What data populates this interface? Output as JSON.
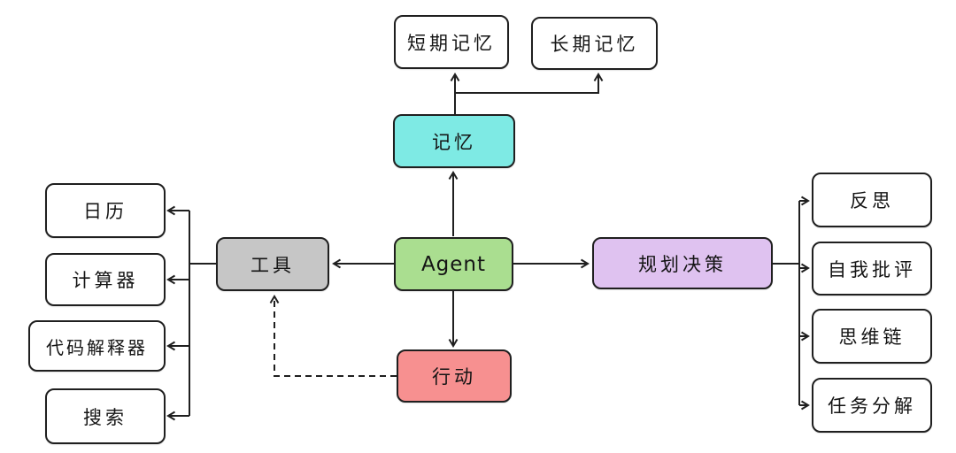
{
  "diagram": {
    "description_domain": "Diagram",
    "line_color": "#1f1f1f",
    "background": "#ffffff",
    "nodes": {
      "agent": {
        "label": "Agent",
        "color": "#aade90"
      },
      "memory": {
        "label": "记忆",
        "color": "#7eeae4"
      },
      "tools": {
        "label": "工具",
        "color": "#c6c6c6"
      },
      "planning": {
        "label": "规划决策",
        "color": "#dfc2f0"
      },
      "action": {
        "label": "行动",
        "color": "#f79090"
      },
      "short_term_memory": {
        "label": "短期记忆",
        "color": "#ffffff"
      },
      "long_term_memory": {
        "label": "长期记忆",
        "color": "#ffffff"
      },
      "calendar": {
        "label": "日历",
        "color": "#ffffff"
      },
      "calculator": {
        "label": "计算器",
        "color": "#ffffff"
      },
      "code_interpreter": {
        "label": "代码解释器",
        "color": "#ffffff"
      },
      "search": {
        "label": "搜索",
        "color": "#ffffff"
      },
      "reflection": {
        "label": "反思",
        "color": "#ffffff"
      },
      "self_critique": {
        "label": "自我批评",
        "color": "#ffffff"
      },
      "chain_of_thought": {
        "label": "思维链",
        "color": "#ffffff"
      },
      "task_decomposition": {
        "label": "任务分解",
        "color": "#ffffff"
      }
    },
    "edges": [
      {
        "from": "agent",
        "to": "memory",
        "style": "solid"
      },
      {
        "from": "memory",
        "to": "short_term_memory",
        "style": "solid"
      },
      {
        "from": "memory",
        "to": "long_term_memory",
        "style": "solid"
      },
      {
        "from": "agent",
        "to": "tools",
        "style": "solid"
      },
      {
        "from": "agent",
        "to": "planning",
        "style": "solid"
      },
      {
        "from": "agent",
        "to": "action",
        "style": "solid"
      },
      {
        "from": "tools",
        "to": "calendar",
        "style": "solid"
      },
      {
        "from": "tools",
        "to": "calculator",
        "style": "solid"
      },
      {
        "from": "tools",
        "to": "code_interpreter",
        "style": "solid"
      },
      {
        "from": "tools",
        "to": "search",
        "style": "solid"
      },
      {
        "from": "planning",
        "to": "reflection",
        "style": "solid"
      },
      {
        "from": "planning",
        "to": "self_critique",
        "style": "solid"
      },
      {
        "from": "planning",
        "to": "chain_of_thought",
        "style": "solid"
      },
      {
        "from": "planning",
        "to": "task_decomposition",
        "style": "solid"
      },
      {
        "from": "action",
        "to": "tools",
        "style": "dashed"
      }
    ]
  }
}
